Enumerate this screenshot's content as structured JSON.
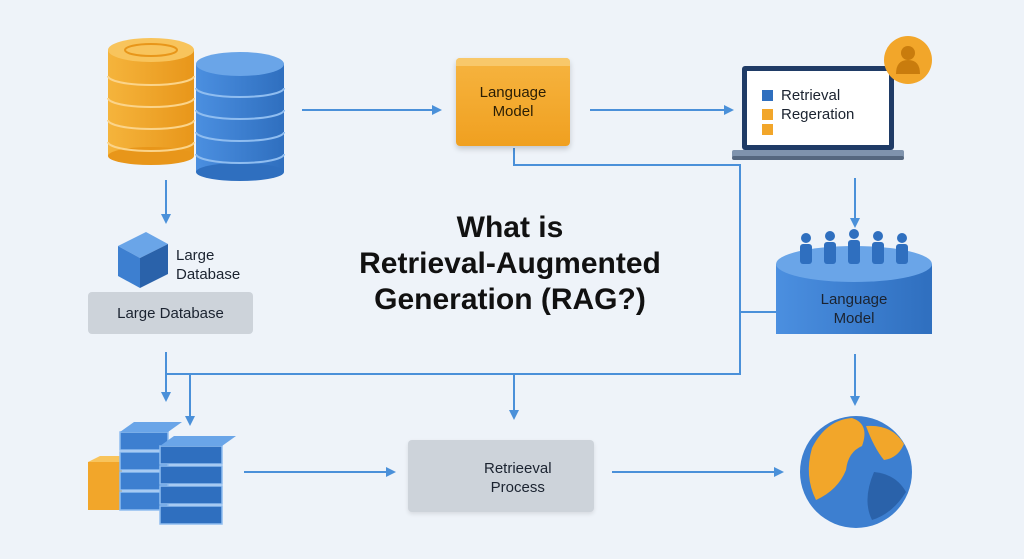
{
  "title": {
    "line1": "What is",
    "line2": "Retrieval-Augmented",
    "line3": "Generation (RAG?)"
  },
  "language_model_top": {
    "line1": "Language",
    "line2": "Model"
  },
  "large_database": {
    "icon_label_line1": "Large",
    "icon_label_line2": "Database",
    "box_label": "Large Database"
  },
  "laptop_screen": {
    "line1": "Retrieval",
    "line2": "Regeration"
  },
  "language_model_right": {
    "line1": "Language",
    "line2": "Model"
  },
  "retrieval_process": {
    "line1": "Retrieeval",
    "line2": "Process"
  },
  "colors": {
    "background": "#eef3f9",
    "blue": "#3d7fd0",
    "orange": "#f2a62a",
    "arrow": "#4a90d9"
  },
  "icons": [
    "database-cylinders-icon",
    "cube-icon",
    "laptop-icon",
    "user-badge-icon",
    "server-stack-icon",
    "person-badge-icon",
    "globe-icon"
  ]
}
